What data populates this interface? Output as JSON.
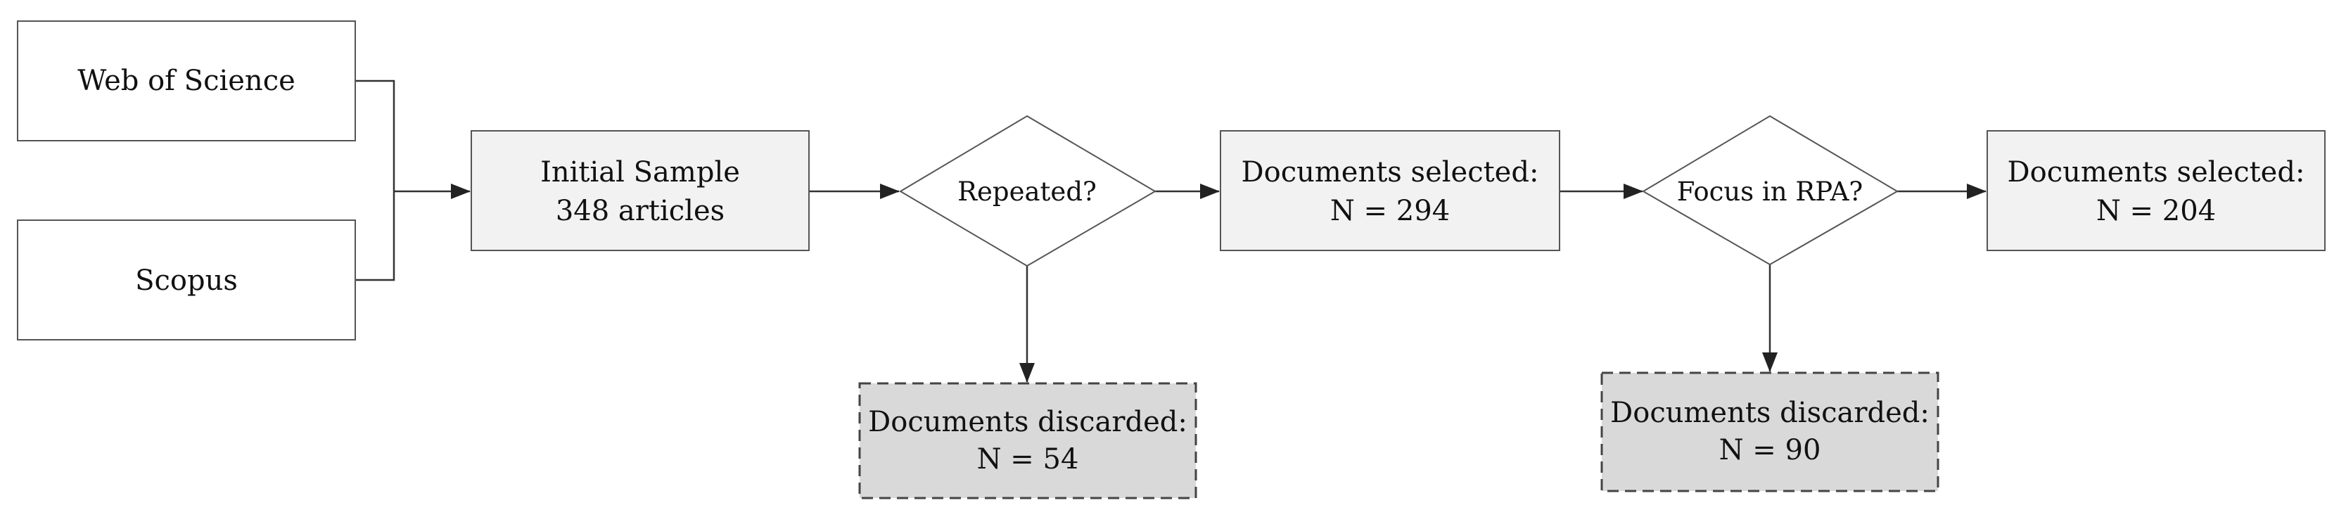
{
  "diagram": {
    "nodes": {
      "web_of_science": {
        "lines": [
          "Web of Science"
        ]
      },
      "scopus": {
        "lines": [
          "Scopus"
        ]
      },
      "initial_sample": {
        "lines": [
          "Initial Sample",
          "348 articles"
        ]
      },
      "repeated": {
        "lines": [
          "Repeated?"
        ]
      },
      "selected_1": {
        "lines": [
          "Documents selected:",
          "N = 294"
        ]
      },
      "discarded_1": {
        "lines": [
          "Documents discarded:",
          "N = 54"
        ]
      },
      "focus_rpa": {
        "lines": [
          "Focus in RPA?"
        ]
      },
      "selected_2": {
        "lines": [
          "Documents selected:",
          "N = 204"
        ]
      },
      "discarded_2": {
        "lines": [
          "Documents discarded:",
          "N = 90"
        ]
      }
    },
    "colors": {
      "plain_fill": "#ffffff",
      "process_fill": "#f2f2f2",
      "discard_fill": "#d9d9d9",
      "stroke": "#333333"
    }
  }
}
